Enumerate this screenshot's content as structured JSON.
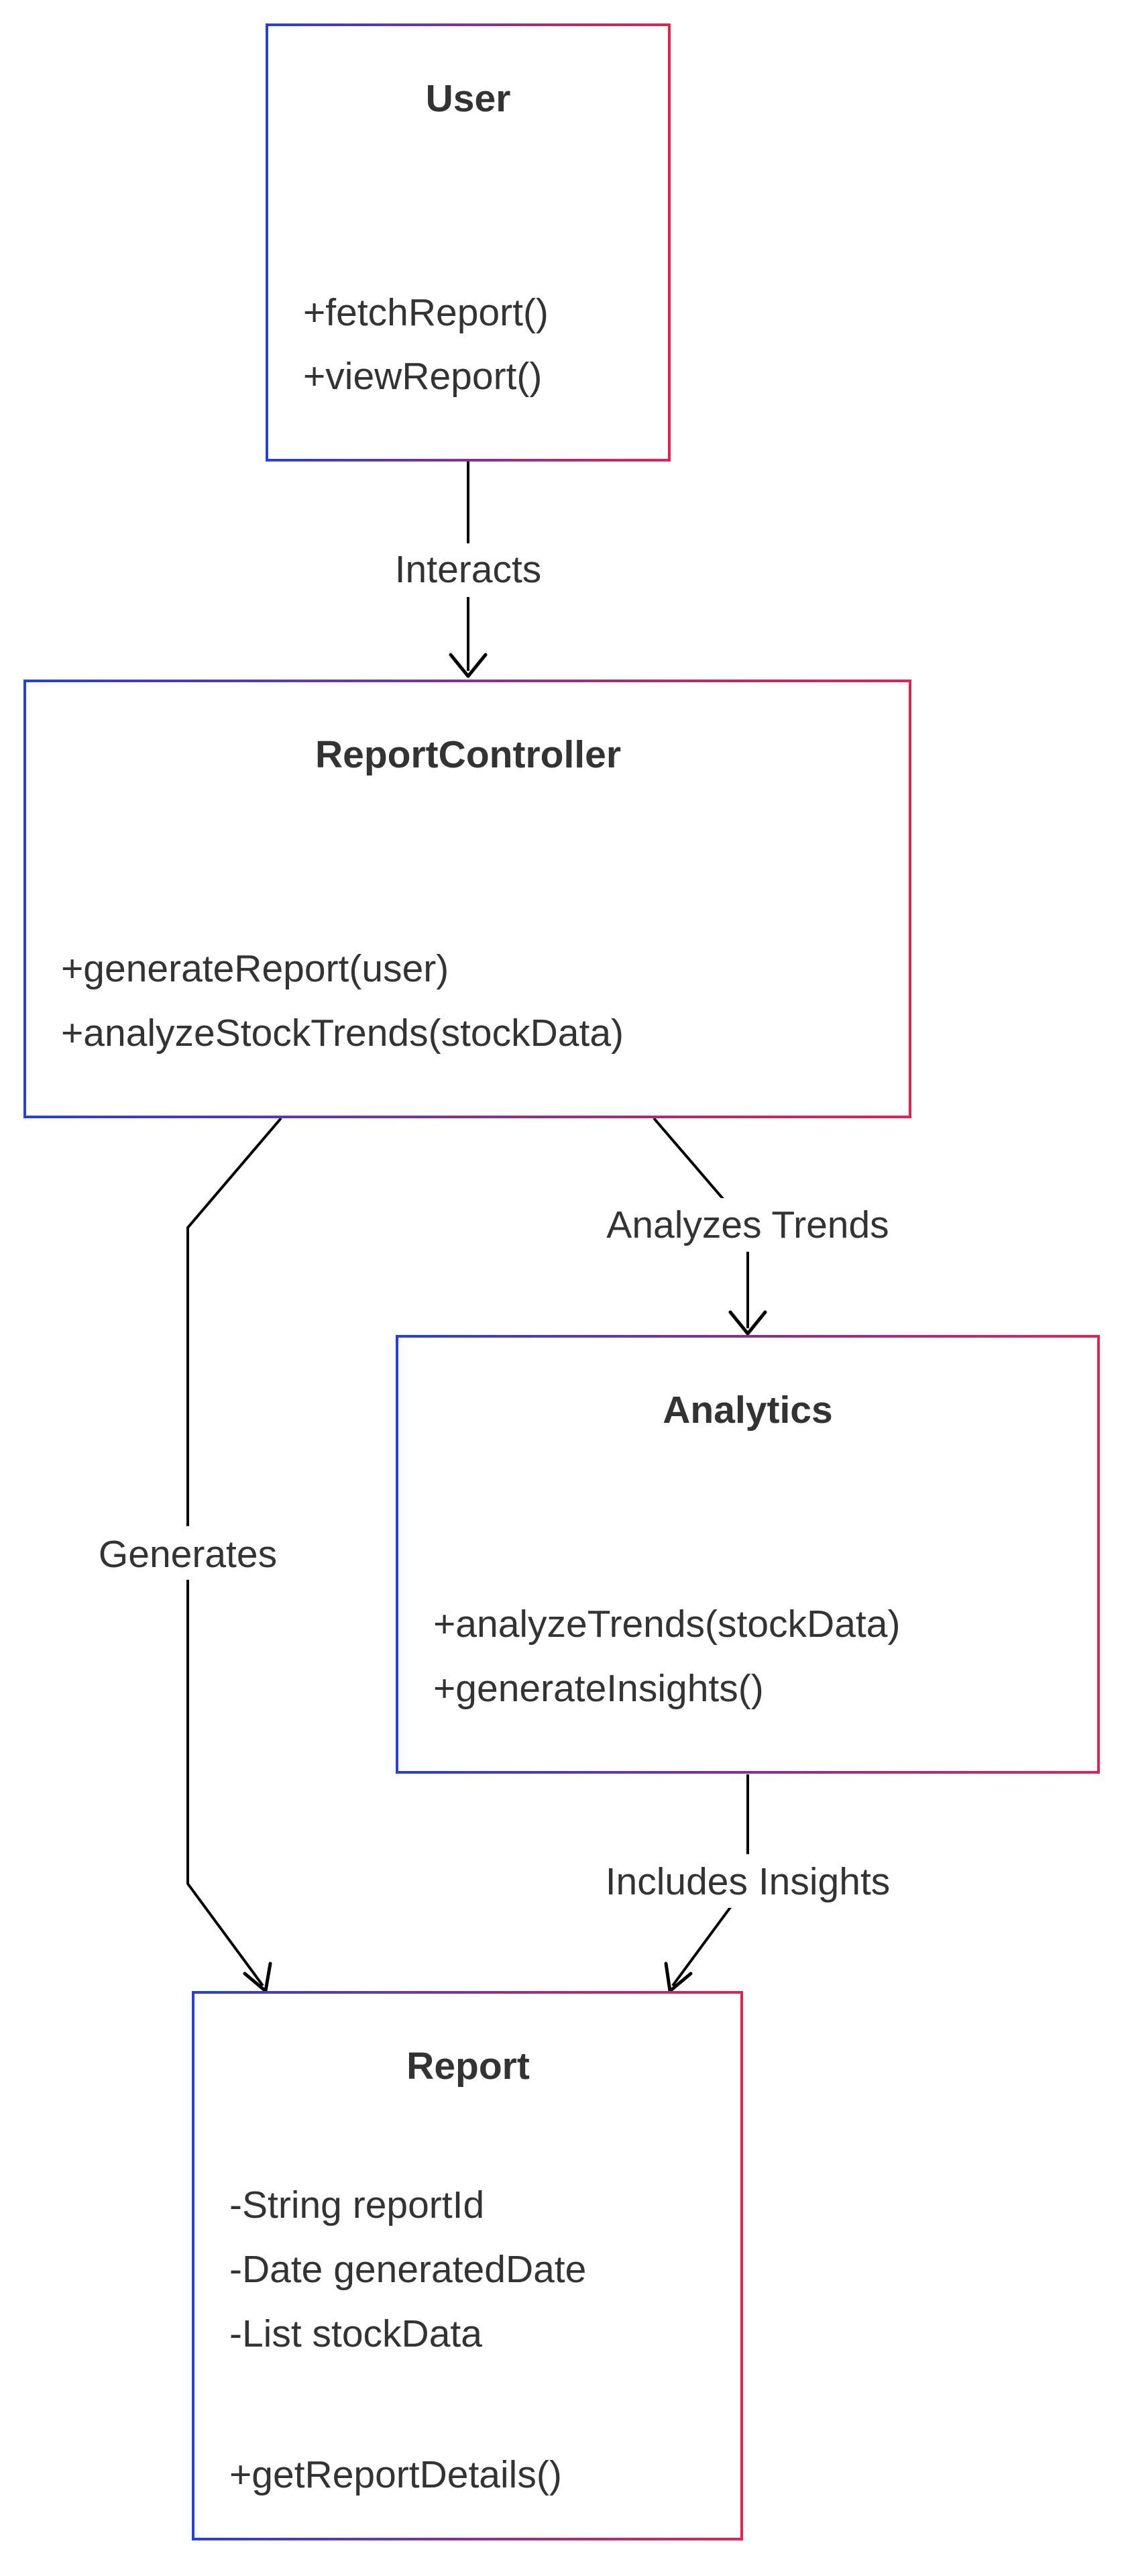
{
  "colors": {
    "box_gradient_start": "#2440e0",
    "box_gradient_end": "#e8204e",
    "text": "#333333",
    "edge": "#000000"
  },
  "classes": {
    "user": {
      "name": "User",
      "attributes": [],
      "methods": [
        "+fetchReport()",
        "+viewReport()"
      ]
    },
    "report_controller": {
      "name": "ReportController",
      "attributes": [],
      "methods": [
        "+generateReport(user)",
        "+analyzeStockTrends(stockData)"
      ]
    },
    "analytics": {
      "name": "Analytics",
      "attributes": [],
      "methods": [
        "+analyzeTrends(stockData)",
        "+generateInsights()"
      ]
    },
    "report": {
      "name": "Report",
      "attributes": [
        "-String reportId",
        "-Date generatedDate",
        "-List stockData"
      ],
      "methods": [
        "+getReportDetails()"
      ]
    }
  },
  "relations": {
    "interacts": {
      "from": "User",
      "to": "ReportController",
      "label": "Interacts"
    },
    "analyzes_trends": {
      "from": "ReportController",
      "to": "Analytics",
      "label": "Analyzes Trends"
    },
    "generates": {
      "from": "ReportController",
      "to": "Report",
      "label": "Generates"
    },
    "includes_insights": {
      "from": "Analytics",
      "to": "Report",
      "label": "Includes Insights"
    }
  }
}
